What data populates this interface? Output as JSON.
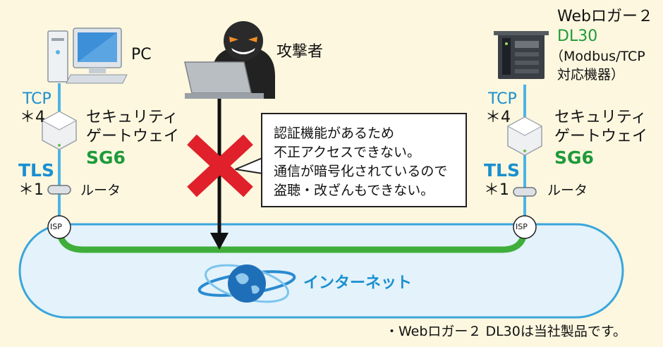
{
  "left": {
    "pc_label": "PC",
    "tcp_label": "TCP",
    "tcp_note": "＊4",
    "gateway_line1": "セキュリティ",
    "gateway_line2": "ゲートウェイ",
    "gateway_model": "SG6",
    "tls_label": "TLS",
    "tls_note": "＊1",
    "router_label": "ルータ",
    "isp_label": "ISP"
  },
  "attacker": {
    "label": "攻撃者"
  },
  "right": {
    "device_line1": "Webロガー２",
    "device_model": "DL30",
    "device_line3": "（Modbus/TCP",
    "device_line4": "対応機器）",
    "tcp_label": "TCP",
    "tcp_note": "＊4",
    "gateway_line1": "セキュリティ",
    "gateway_line2": "ゲートウェイ",
    "gateway_model": "SG6",
    "tls_label": "TLS",
    "tls_note": "＊1",
    "router_label": "ルータ",
    "isp_label": "ISP"
  },
  "bubble": {
    "lines": [
      "認証機能があるため",
      "不正アクセスできない。",
      "通信が暗号化されているので",
      "盗聴・改ざんもできない。"
    ]
  },
  "internet_label": "インターネット",
  "footnote": "・Webロガー２ DL30は当社製品です。",
  "colors": {
    "background": "#fdf7df",
    "cloud_fill": "#e3f2fb",
    "cloud_stroke": "#3aa6dc",
    "tunnel": "#3fae3a",
    "link_blue": "#4db3e6",
    "cross": "#e0202a",
    "accent_blue": "#1a8fcf",
    "accent_green": "#1f9a3a"
  }
}
